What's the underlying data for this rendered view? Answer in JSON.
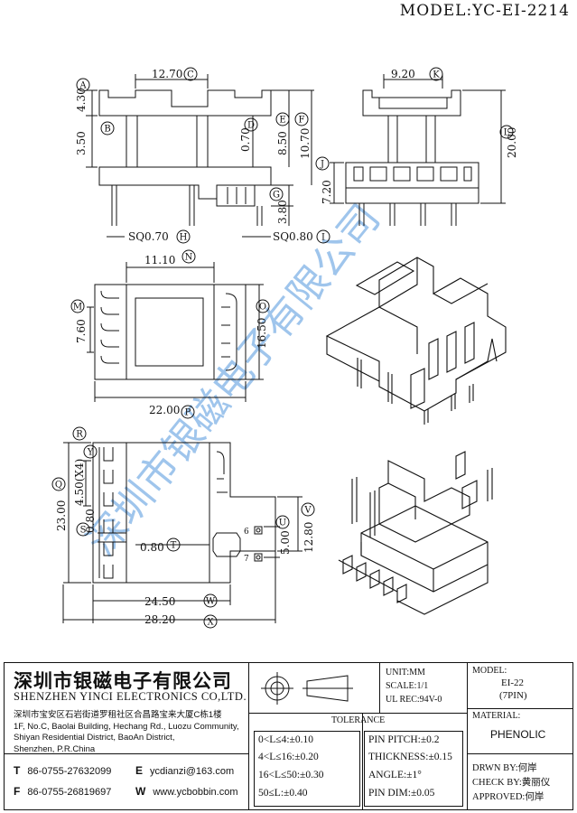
{
  "model": "MODEL:YC-EI-2214",
  "dims": {
    "A": "4.30",
    "B": "3.50",
    "C": "12.70",
    "D": "0.70",
    "E": "8.50",
    "F": "10.70",
    "G": "3.80",
    "H": "SQ0.70",
    "I": "SQ0.80",
    "J": "7.20",
    "K": "9.20",
    "L": "20.00",
    "M": "7.60",
    "N": "11.10",
    "O": "16.50",
    "P": "22.00",
    "Q": "23.00",
    "R": "",
    "S": "0.80",
    "T": "0.80",
    "U": "5.00",
    "V": "12.80",
    "W": "24.50",
    "X": "28.20",
    "Y": "4.50(X4)"
  },
  "circle_letters": [
    "A",
    "B",
    "C",
    "D",
    "E",
    "F",
    "G",
    "H",
    "I",
    "J",
    "K",
    "L",
    "M",
    "N",
    "O",
    "P",
    "Q",
    "R",
    "S",
    "T",
    "U",
    "V",
    "W",
    "X",
    "Y"
  ],
  "pin_numbers": {
    "p6": "6",
    "p7": "7"
  },
  "watermark": "深圳市银磁电子有限公司",
  "company": {
    "cn": "深圳市银磁电子有限公司",
    "en": "SHENZHEN YINCI ELECTRONICS CO,LTD.",
    "address": [
      "深圳市宝安区石岩街道罗租社区合昌路宝来大厦C栋1楼",
      "1F, No.C, Baolai Building, Hechang Rd., Luozu Community,",
      "Shiyan Residential District, BaoAn District,",
      "Shenzhen, P.R.China"
    ],
    "tel_label": "T",
    "tel": "86-0755-27632099",
    "fax_label": "F",
    "fax": "86-0755-26819697",
    "email_label": "E",
    "email": "ycdianzi@163.com",
    "web_label": "W",
    "web": "www.ycbobbin.com"
  },
  "spec": {
    "unit": "UNIT:MM",
    "scale": "SCALE:1/1",
    "ul": "UL REC:94V-0",
    "model_label": "MODEL:",
    "model_value": "EI-22",
    "model_pins": "(7PIN)",
    "material_label": "MATERIAL:",
    "material_value": "PHENOLIC"
  },
  "tolerance": {
    "title": "TOLERANCE",
    "rows": [
      "0<L≤4:±0.10",
      "4<L≤16:±0.20",
      "16<L≤50:±0.30",
      "50≤L:±0.40"
    ],
    "right": [
      "PIN PITCH:±0.2",
      "THICKNESS:±0.15",
      "ANGLE:±1°",
      "PIN DIM:±0.05"
    ]
  },
  "signoff": {
    "drawn": "DRWN BY:何岸",
    "check": "CHECK BY:黄丽仪",
    "approved": "APPROVED:何岸"
  }
}
